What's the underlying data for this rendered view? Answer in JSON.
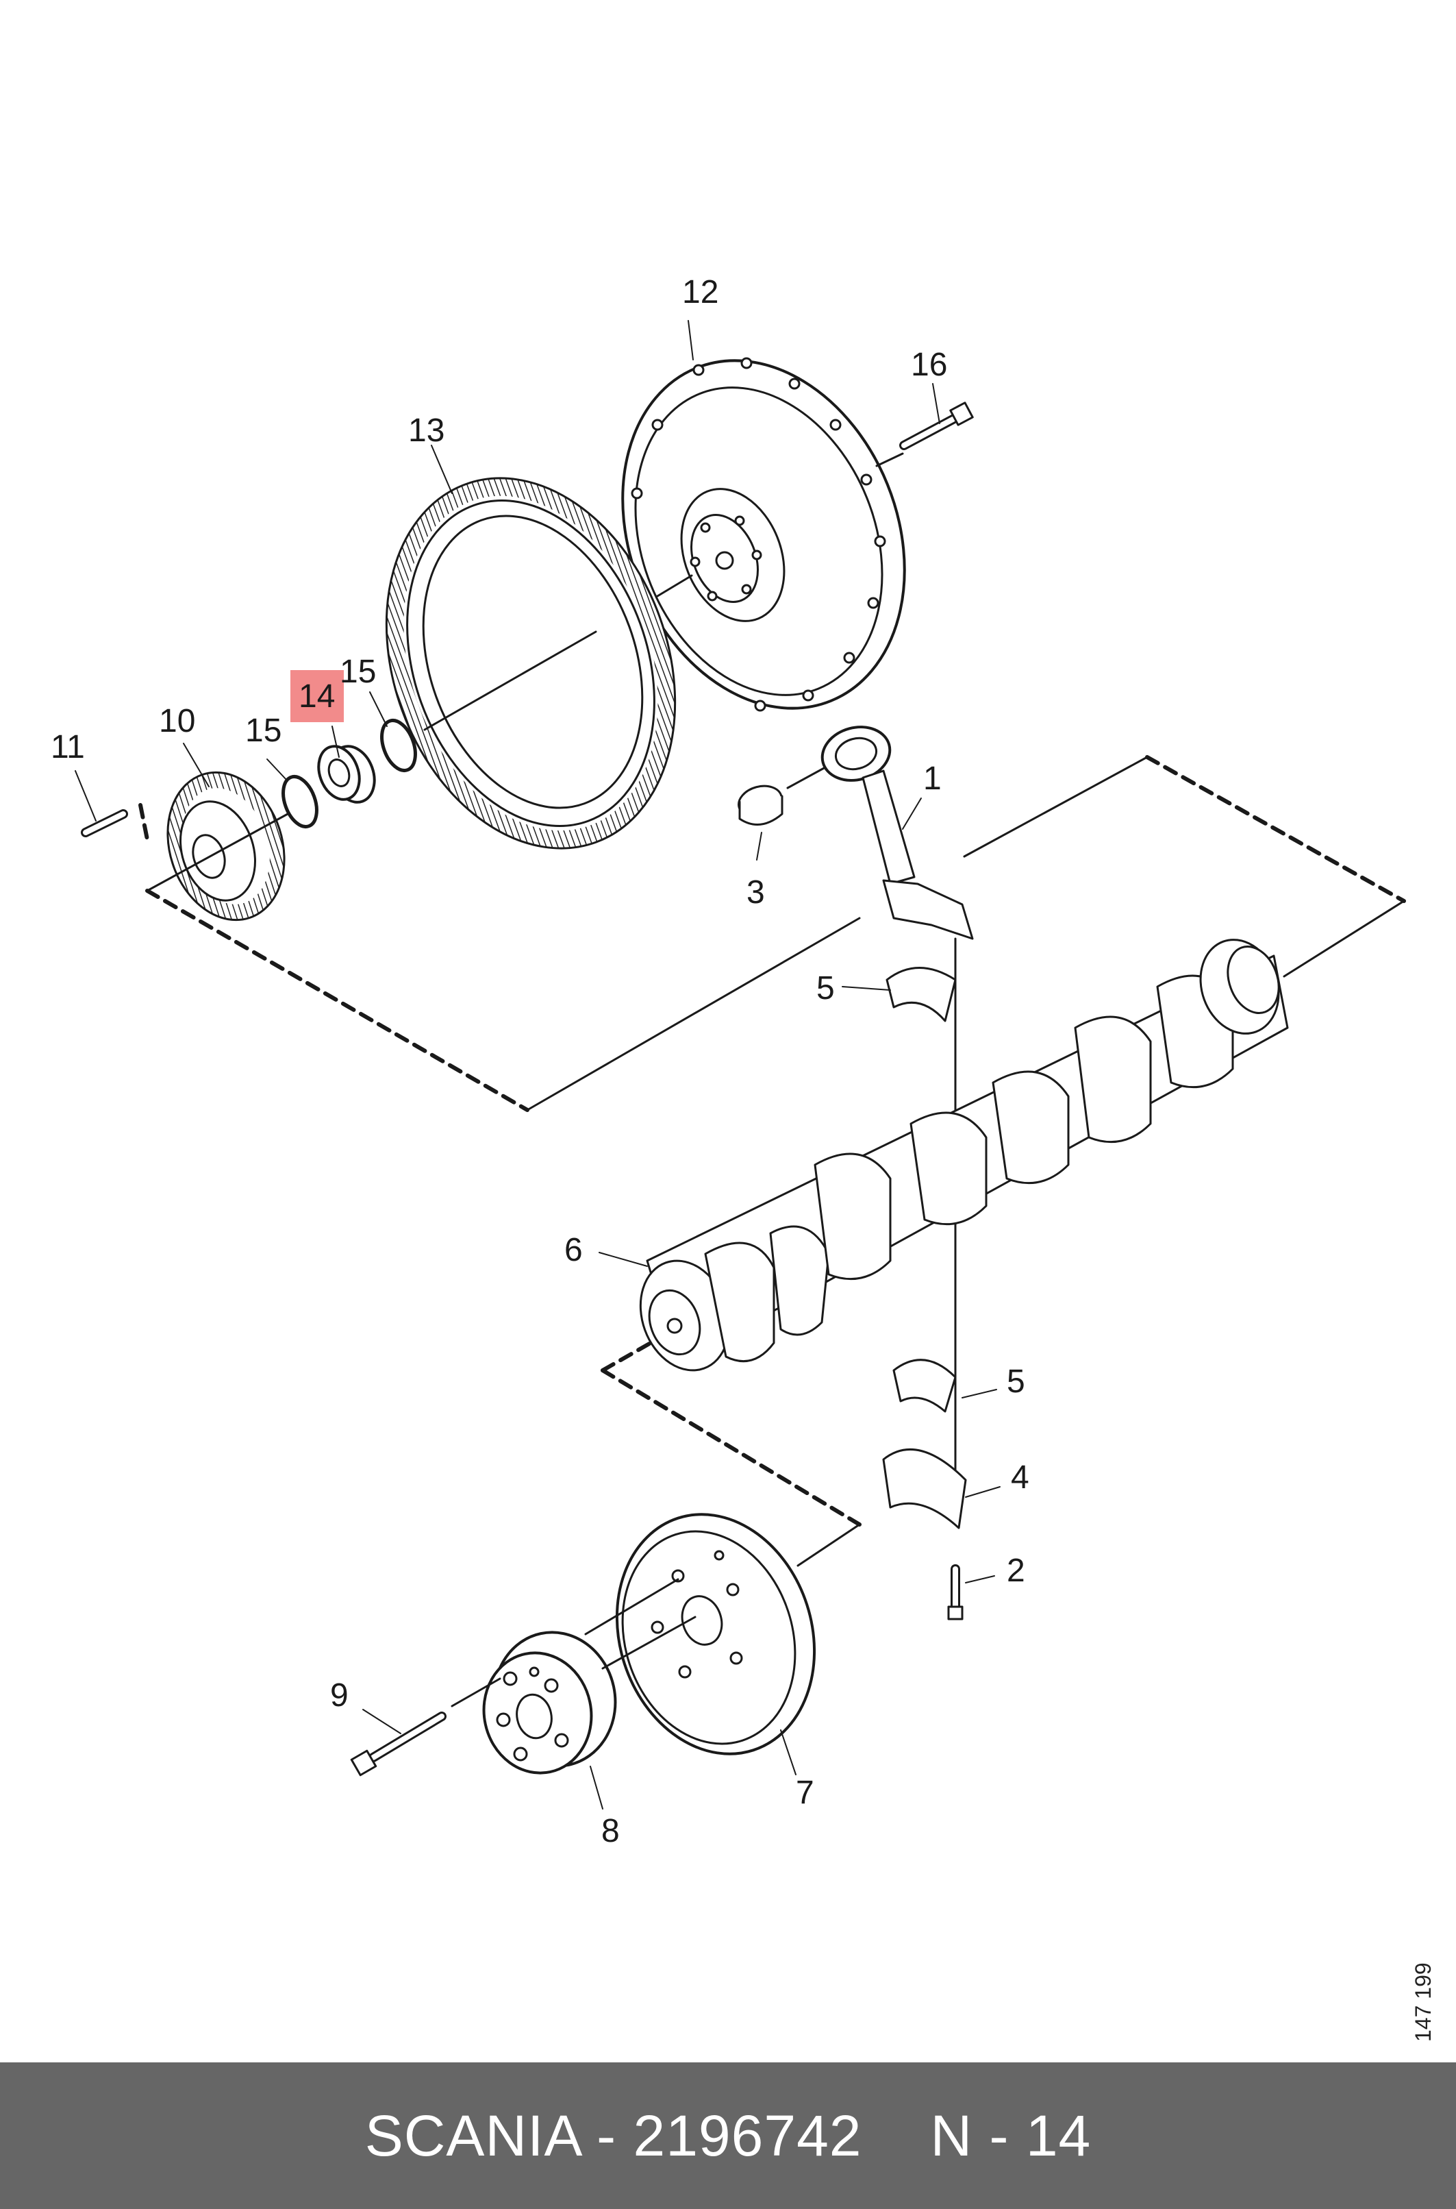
{
  "callouts": {
    "c1": "1",
    "c2": "2",
    "c3": "3",
    "c4": "4",
    "c5a": "5",
    "c5b": "5",
    "c6": "6",
    "c7": "7",
    "c8": "8",
    "c9": "9",
    "c10": "10",
    "c11": "11",
    "c12": "12",
    "c13": "13",
    "c14": "14",
    "c15a": "15",
    "c15b": "15",
    "c16": "16"
  },
  "highlight_color": "#f28b8b",
  "reference_number": "147 199",
  "footer": {
    "part_text": "SCANIA - 2196742",
    "position_text": "N - 14"
  }
}
